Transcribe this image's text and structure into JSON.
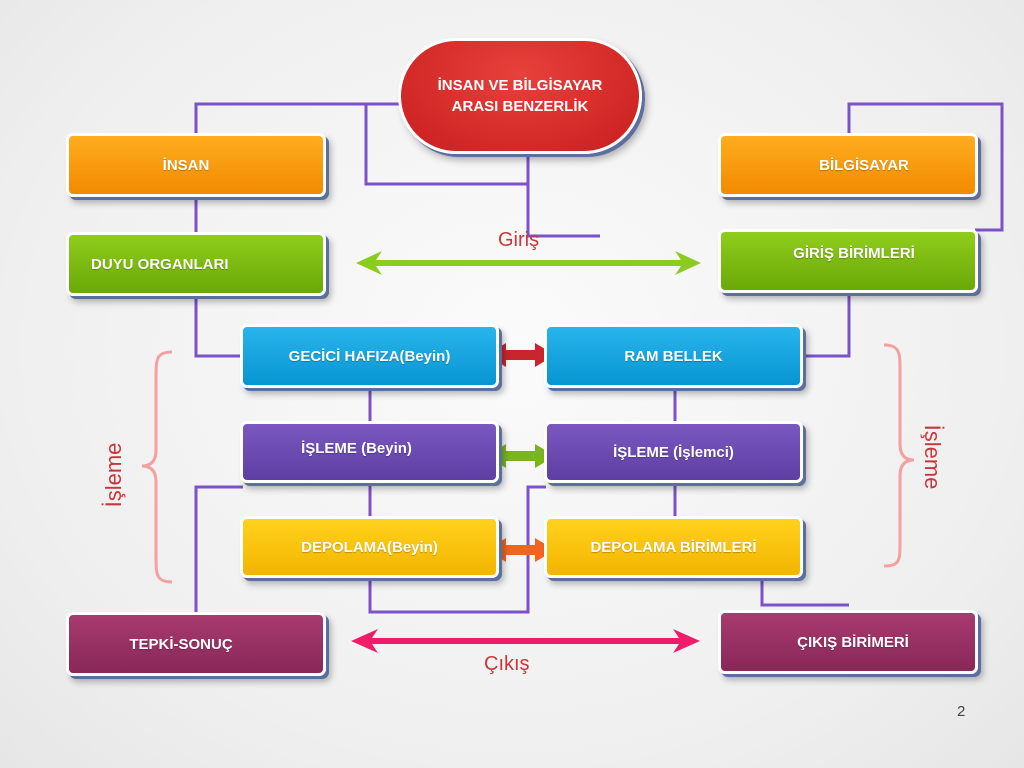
{
  "title": {
    "line1": "İNSAN VE BİLGİSAYAR",
    "line2": "ARASI BENZERLİK"
  },
  "left_boxes": {
    "insan": "İNSAN",
    "duyu_organlari": "DUYU ORGANLARI",
    "tepki_sonuc": "TEPKİ-SONUÇ"
  },
  "right_boxes": {
    "bilgisayar": "BİLGİSAYAR",
    "giris_birimleri": "GİRİŞ BİRİMLERİ",
    "cikis_birimleri": "ÇIKIŞ BİRİMERİ"
  },
  "center_left": {
    "gecici_hafiza": "GECİCİ HAFIZA(Beyin)",
    "isleme_beyin": "İŞLEME (Beyin)",
    "depolama_beyin": "DEPOLAMA(Beyin)"
  },
  "center_right": {
    "ram_bellek": "RAM BELLEK",
    "isleme_islemci": "İŞLEME (İşlemci)",
    "depolama_birimleri": "DEPOLAMA BİRİMLERİ"
  },
  "labels": {
    "giris": "Giriş",
    "cikis": "Çıkış",
    "isleme_left": "İşleme",
    "isleme_right": "İşleme"
  },
  "page_number": "2",
  "colors": {
    "connector": "#7b52c9",
    "giris_arrow": "#8ccc1f",
    "cikis_arrow": "#ee1c6a",
    "ram_arrow": "#c8262c",
    "isleme_arrow": "#7ab41e",
    "depolama_arrow": "#f26422",
    "brace": "#f5a0a0"
  }
}
